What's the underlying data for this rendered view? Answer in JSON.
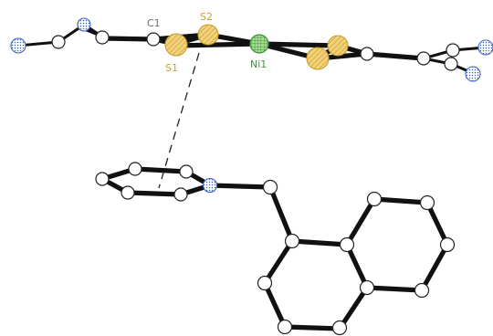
{
  "labels": {
    "c1": "C1",
    "s1": "S1",
    "s2": "S2",
    "ni1": "Ni1"
  },
  "colors": {
    "carbon": "#ffffff",
    "sulfur": "#f2d27a",
    "sulfur_label": "#c8a233",
    "nickel": "#9fd58a",
    "nickel_label": "#3f8f3f",
    "nitrogen": "#cfe0ff",
    "nitrogen_edge": "#3a64c8",
    "label_gray": "#707070",
    "bond": "#111111"
  }
}
